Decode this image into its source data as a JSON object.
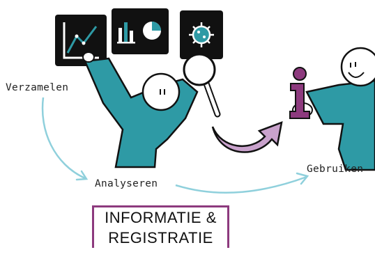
{
  "labels": {
    "verzamelen": "Verzamelen",
    "analyseren": "Analyseren",
    "gebruiken": "Gebruiken"
  },
  "title": {
    "line1": "INFORMATIE &",
    "line2": "REGISTRATIE"
  },
  "colors": {
    "teal": "#2e9aa5",
    "purple": "#8d3a7e",
    "light_purple": "#c9a2cc",
    "arrow_light_blue": "#8fd0dc",
    "ink": "#111111"
  },
  "icons": [
    "line-chart-icon",
    "bar-pie-chart-icon",
    "virus-icon",
    "magnifier-icon",
    "info-icon"
  ]
}
